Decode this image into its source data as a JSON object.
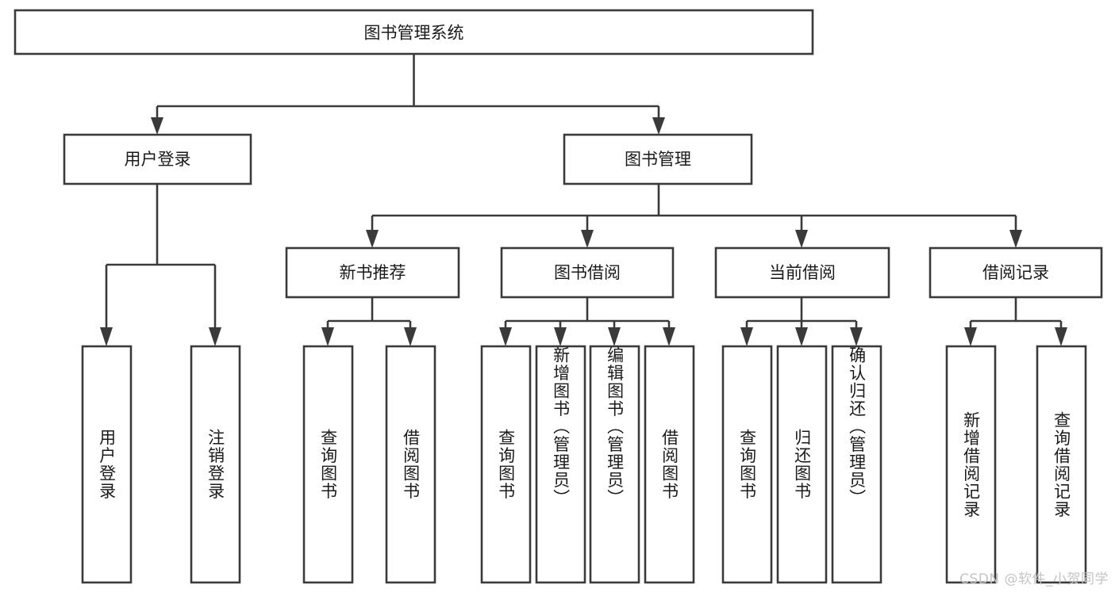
{
  "diagram": {
    "title": "图书管理系统",
    "type": "tree",
    "watermark": "CSDN @软件_小贺同学",
    "colors": {
      "stroke": "#3a3a3a",
      "box_fill": "#ffffff",
      "text": "#1a1a1a",
      "background": "#ffffff",
      "watermark": "#c4c4c4"
    },
    "levels": {
      "root": {
        "label": "图书管理系统"
      },
      "level2": [
        {
          "label": "用户登录"
        },
        {
          "label": "图书管理"
        }
      ],
      "level3": [
        {
          "label": "新书推荐"
        },
        {
          "label": "图书借阅"
        },
        {
          "label": "当前借阅"
        },
        {
          "label": "借阅记录"
        }
      ],
      "leaves": [
        {
          "label": "用户登录",
          "parent": "用户登录"
        },
        {
          "label": "注销登录",
          "parent": "用户登录"
        },
        {
          "label": "查询图书",
          "parent": "新书推荐"
        },
        {
          "label": "借阅图书",
          "parent": "新书推荐"
        },
        {
          "label": "查询图书",
          "parent": "图书借阅"
        },
        {
          "label": "新增图书（管理员）",
          "parent": "图书借阅"
        },
        {
          "label": "编辑图书（管理员）",
          "parent": "图书借阅"
        },
        {
          "label": "借阅图书",
          "parent": "图书借阅"
        },
        {
          "label": "查询图书",
          "parent": "当前借阅"
        },
        {
          "label": "归还图书",
          "parent": "当前借阅"
        },
        {
          "label": "确认归还（管理员）",
          "parent": "当前借阅"
        },
        {
          "label": "新增借阅记录",
          "parent": "借阅记录"
        },
        {
          "label": "查询借阅记录",
          "parent": "借阅记录"
        }
      ]
    }
  }
}
